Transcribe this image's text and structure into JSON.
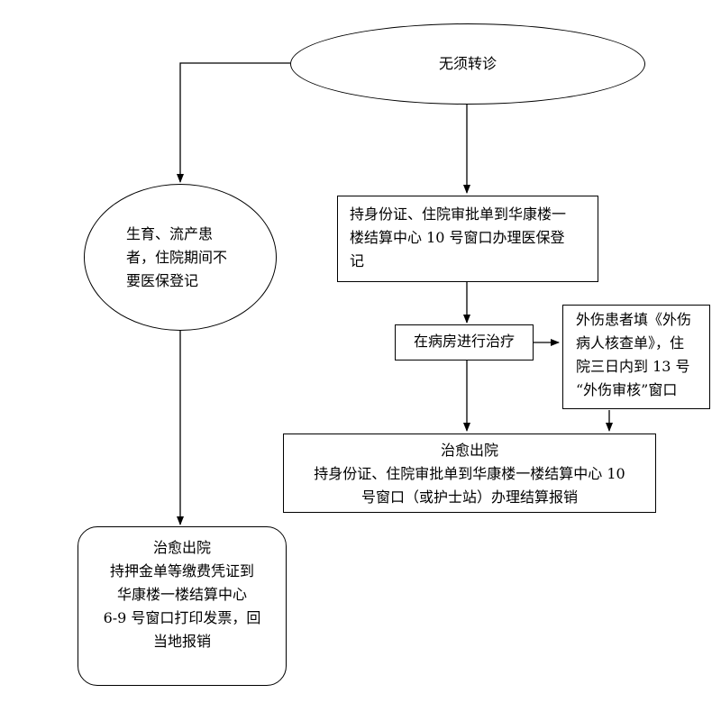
{
  "nodes": {
    "no_transfer": "无须转诊",
    "birth_note": [
      "生育、流产患",
      "者，住院期间不",
      "要医保登记"
    ],
    "register": [
      "持身份证、住院审批单到华康楼一",
      "楼结算中心 10 号窗口办理医保登",
      "记"
    ],
    "ward": "在病房进行治疗",
    "trauma": [
      "外伤患者填《外伤",
      "病人核查单》，住",
      "院三日内到 13 号",
      "“外伤审核”窗口"
    ],
    "discharge_right": [
      "治愈出院",
      "持身份证、住院审批单到华康楼一楼结算中心 10",
      "号窗口（或护士站）办理结算报销"
    ],
    "discharge_left": [
      "治愈出院",
      "持押金单等缴费凭证到",
      "华康楼一楼结算中心",
      "6-9 号窗口打印发票，回",
      "当地报销"
    ]
  },
  "colors": {
    "stroke": "#000000",
    "background": "#ffffff"
  }
}
